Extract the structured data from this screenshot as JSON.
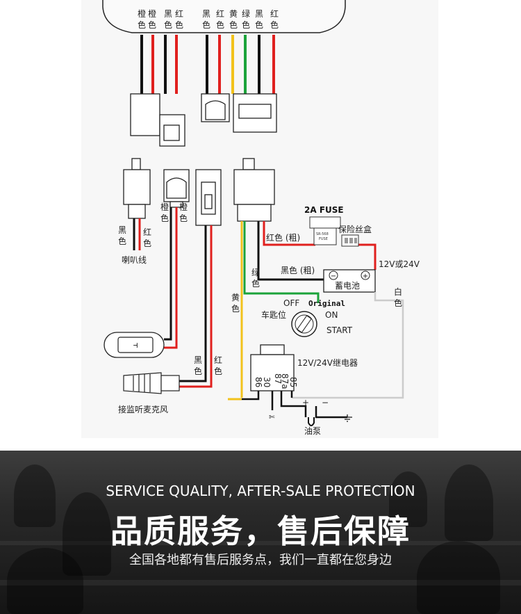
{
  "diagram": {
    "top_labels": {
      "orange1": [
        "橙",
        "色"
      ],
      "orange2": [
        "橙",
        "色"
      ],
      "black1": [
        "黑",
        "色"
      ],
      "red1": [
        "红",
        "色"
      ],
      "black2": [
        "黑",
        "色"
      ],
      "red2": [
        "红",
        "色"
      ],
      "yellow": [
        "黄",
        "色"
      ],
      "green": [
        "绿",
        "色"
      ],
      "black3": [
        "黑",
        "色"
      ],
      "red3": [
        "红",
        "色"
      ]
    },
    "horn": {
      "black": [
        "黑",
        "色"
      ],
      "red": [
        "红",
        "色"
      ],
      "name": "喇叭线"
    },
    "switch_wire_labels": {
      "orange_a": [
        "橙",
        "色"
      ],
      "orange_b": [
        "橙",
        "色"
      ]
    },
    "fuse": {
      "title": "2A FUSE",
      "box_label": "保险丝盒",
      "chip_text": [
        "SR-568",
        "FUSE"
      ]
    },
    "wires": {
      "red_thick": "红色 (粗)",
      "black_thick": "黑色 (粗)",
      "green": [
        "绿",
        "色"
      ],
      "yellow": [
        "黄",
        "色"
      ],
      "white": [
        "白",
        "色"
      ]
    },
    "battery": {
      "voltage": "12V或24V",
      "name": "蓄电池",
      "minus": "−",
      "plus": "+"
    },
    "ignition": {
      "name": "车匙位",
      "off": "OFF",
      "original": "Original",
      "on": "ON",
      "start": "START"
    },
    "relay": {
      "name": "12V/24V继电器",
      "pin1": [
        "30",
        "86"
      ],
      "pin2": [
        "87a",
        "87"
      ],
      "pin3": "85"
    },
    "mic": {
      "black": [
        "黑",
        "色"
      ],
      "red": [
        "红",
        "色"
      ],
      "name": "接监听麦克风"
    },
    "pump": {
      "name": "油泵",
      "plus": "+",
      "minus": "−"
    }
  },
  "banner": {
    "en": "SERVICE QUALITY, AFTER-SALE PROTECTION",
    "zh": "品质服务，售后保障",
    "sub": "全国各地都有售后服务点，我们一直都在您身边"
  },
  "colors": {
    "wire_red": "#e0201e",
    "wire_black": "#111111",
    "wire_green": "#1ba33a",
    "wire_yellow": "#f2c21b",
    "banner_bg": "#2a2a2a"
  }
}
